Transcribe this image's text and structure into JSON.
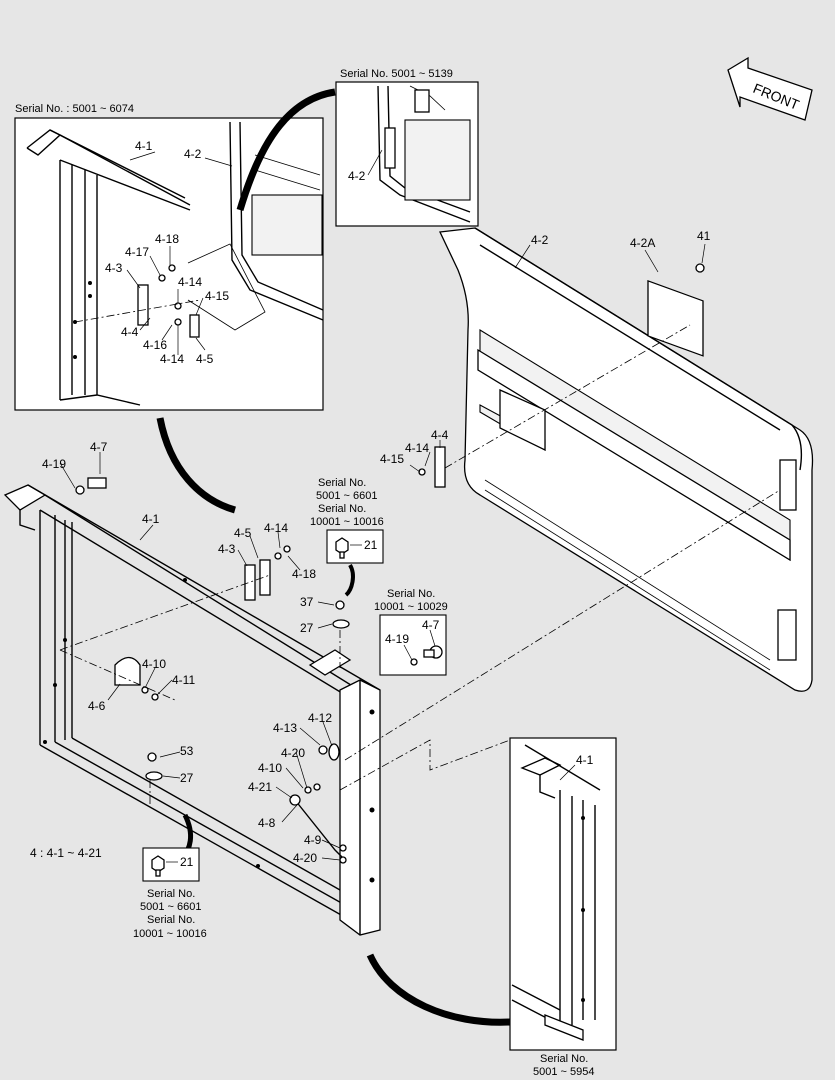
{
  "front_arrow_text": "FRONT",
  "assembly_note": "4 : 4-1 ~ 4-21",
  "insets": {
    "top_left": {
      "serial": "Serial No. : 5001 ~ 6074"
    },
    "top_mid": {
      "serial": "Serial No. 5001 ~ 5139"
    },
    "bottom_right": {
      "serial_line1": "Serial No.",
      "serial_line2": "5001 ~ 5954"
    },
    "bolt_21_upper": {
      "line1": "Serial No.",
      "line2": "5001 ~ 6601",
      "line3": "Serial No.",
      "line4": "10001 ~ 10016"
    },
    "bolt_21_lower": {
      "line1": "Serial No.",
      "line2": "5001 ~ 6601",
      "line3": "Serial No.",
      "line4": "10001 ~ 10016"
    },
    "bolt_4_7": {
      "line1": "Serial No.",
      "line2": "10001 ~ 10029"
    }
  },
  "callouts": {
    "tl_4_1": "4-1",
    "tl_4_2": "4-2",
    "tl_4_18": "4-18",
    "tl_4_17": "4-17",
    "tl_4_3": "4-3",
    "tl_4_14a": "4-14",
    "tl_4_15": "4-15",
    "tl_4_4": "4-4",
    "tl_4_16": "4-16",
    "tl_4_14b": "4-14",
    "tl_4_5": "4-5",
    "tm_4_2": "4-2",
    "door_4_2": "4-2",
    "door_4_2A": "4-2A",
    "door_41": "41",
    "door_4_4": "4-4",
    "door_4_14": "4-14",
    "door_4_15": "4-15",
    "fr_4_7": "4-7",
    "fr_4_19": "4-19",
    "fr_4_1": "4-1",
    "fr_4_5": "4-5",
    "fr_4_14": "4-14",
    "fr_4_3": "4-3",
    "fr_4_18": "4-18",
    "fr_21a": "21",
    "fr_37": "37",
    "fr_27a": "27",
    "fr_4_7b": "4-7",
    "fr_4_19b": "4-19",
    "fr_4_10": "4-10",
    "fr_4_11": "4-11",
    "fr_4_6": "4-6",
    "fr_4_13": "4-13",
    "fr_4_12": "4-12",
    "fr_4_20a": "4-20",
    "fr_4_10b": "4-10",
    "fr_4_21": "4-21",
    "fr_4_8": "4-8",
    "fr_4_9": "4-9",
    "fr_4_20b": "4-20",
    "fr_53": "53",
    "fr_27b": "27",
    "fr_21b": "21",
    "br_4_1": "4-1"
  }
}
